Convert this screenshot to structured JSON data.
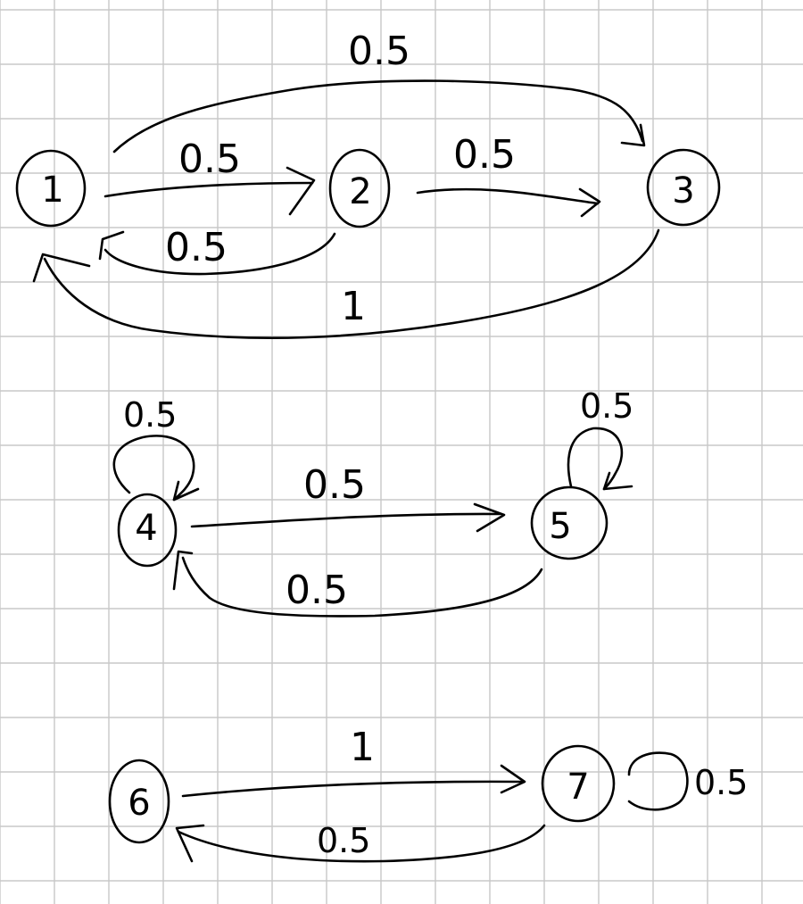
{
  "graphs": [
    {
      "nodes": [
        "1",
        "2",
        "3"
      ],
      "edges": [
        {
          "from": "1",
          "to": "2",
          "label": "0.5"
        },
        {
          "from": "1",
          "to": "3",
          "label": "0.5"
        },
        {
          "from": "2",
          "to": "3",
          "label": "0.5"
        },
        {
          "from": "2",
          "to": "1",
          "label": "0.5"
        },
        {
          "from": "3",
          "to": "1",
          "label": "1"
        }
      ]
    },
    {
      "nodes": [
        "4",
        "5"
      ],
      "edges": [
        {
          "from": "4",
          "to": "4",
          "label": "0.5"
        },
        {
          "from": "4",
          "to": "5",
          "label": "0.5"
        },
        {
          "from": "5",
          "to": "4",
          "label": "0.5"
        },
        {
          "from": "5",
          "to": "5",
          "label": "0.5"
        }
      ]
    },
    {
      "nodes": [
        "6",
        "7"
      ],
      "edges": [
        {
          "from": "6",
          "to": "7",
          "label": "1"
        },
        {
          "from": "7",
          "to": "6",
          "label": "0.5"
        },
        {
          "from": "7",
          "to": "7",
          "label": "0.5"
        }
      ]
    }
  ]
}
